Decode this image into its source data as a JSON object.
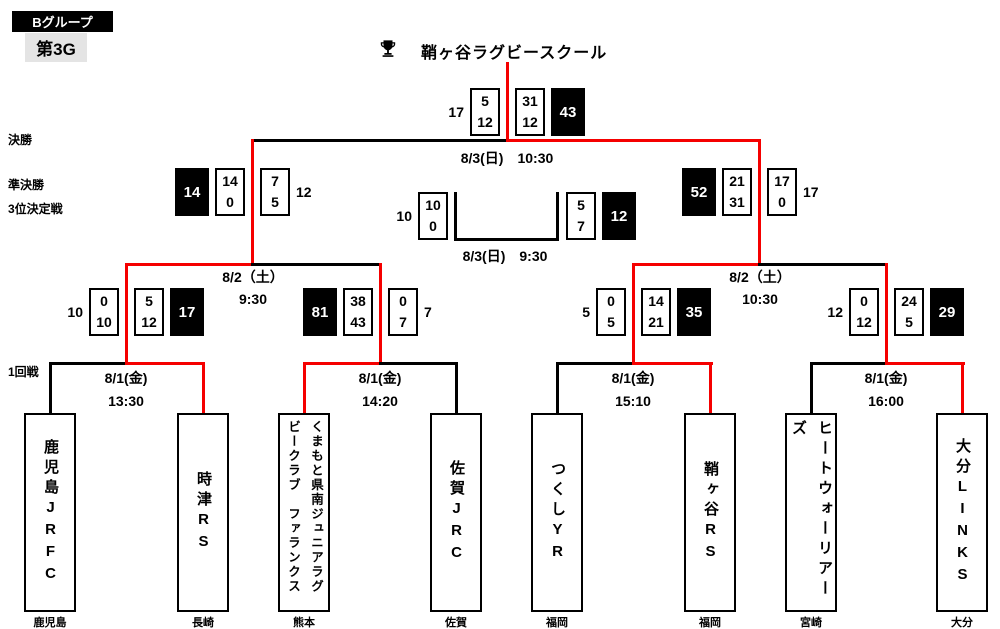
{
  "header": {
    "group_badge": "Bグループ",
    "game_badge": "第3G",
    "champion": "鞘ヶ谷ラグビースクール"
  },
  "icons": {
    "trophy": "trophy-icon"
  },
  "colors": {
    "winner_path": "#f50000",
    "line": "#000000",
    "winner_box_bg": "#000000",
    "winner_box_text": "#ffffff",
    "group_badge_bg": "#000000",
    "game_badge_bg": "#e4e4e4"
  },
  "round_labels": {
    "final": "決勝",
    "semifinal": "準決勝",
    "third_place": "3位決定戦",
    "first_round": "1回戦"
  },
  "teams": [
    {
      "name": "鹿児島JRFC",
      "prefecture": "鹿児島"
    },
    {
      "name": "時津RS",
      "prefecture": "長崎"
    },
    {
      "name": "くまもと県南ジュニアラグビークラブ　ファランクス",
      "prefecture": "熊本"
    },
    {
      "name": "佐賀JRC",
      "prefecture": "佐賀"
    },
    {
      "name": "つくしYR",
      "prefecture": "福岡"
    },
    {
      "name": "鞘ヶ谷RS",
      "prefecture": "福岡"
    },
    {
      "name": "ヒートウォーリアーズ",
      "prefecture": "宮崎"
    },
    {
      "name": "大分LINKS",
      "prefecture": "大分"
    }
  ],
  "matches": {
    "first_round": [
      {
        "date": "8/1(金)",
        "time": "13:30",
        "a": {
          "total": "10",
          "h1": "0",
          "h2": "10",
          "winner": false
        },
        "b": {
          "total": "17",
          "h1": "5",
          "h2": "12",
          "winner": true
        }
      },
      {
        "date": "8/1(金)",
        "time": "14:20",
        "a": {
          "total": "81",
          "h1": "38",
          "h2": "43",
          "winner": true
        },
        "b": {
          "total": "7",
          "h1": "0",
          "h2": "7",
          "winner": false
        }
      },
      {
        "date": "8/1(金)",
        "time": "15:10",
        "a": {
          "total": "5",
          "h1": "0",
          "h2": "5",
          "winner": false
        },
        "b": {
          "total": "35",
          "h1": "14",
          "h2": "21",
          "winner": true
        }
      },
      {
        "date": "8/1(金)",
        "time": "16:00",
        "a": {
          "total": "12",
          "h1": "0",
          "h2": "12",
          "winner": false
        },
        "b": {
          "total": "29",
          "h1": "24",
          "h2": "5",
          "winner": true
        }
      }
    ],
    "semifinals": [
      {
        "date": "8/2（土）",
        "time": "9:30",
        "a": {
          "total": "14",
          "h1": "14",
          "h2": "0",
          "winner": true
        },
        "b": {
          "total": "12",
          "h1": "7",
          "h2": "5",
          "winner": false
        }
      },
      {
        "date": "8/2（土）",
        "time": "10:30",
        "a": {
          "total": "52",
          "h1": "21",
          "h2": "31",
          "winner": true
        },
        "b": {
          "total": "17",
          "h1": "17",
          "h2": "0",
          "winner": false
        }
      }
    ],
    "final": {
      "date": "8/3(日)",
      "time": "10:30",
      "a": {
        "total": "17",
        "h1": "5",
        "h2": "12",
        "winner": false
      },
      "b": {
        "total": "43",
        "h1": "31",
        "h2": "12",
        "winner": true
      }
    },
    "third_place": {
      "date": "8/3(日)",
      "time": "9:30",
      "a": {
        "total": "10",
        "h1": "10",
        "h2": "0",
        "winner": false
      },
      "b": {
        "total": "12",
        "h1": "5",
        "h2": "7",
        "winner": true
      }
    }
  }
}
